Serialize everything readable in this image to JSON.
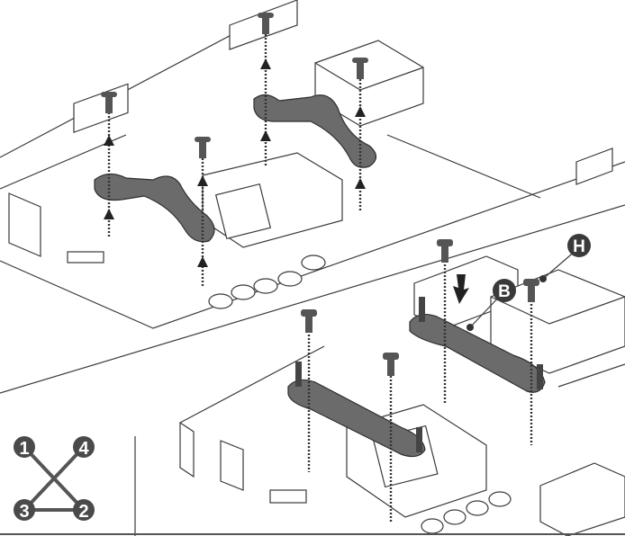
{
  "callouts": {
    "bracket_label": "B",
    "heatsink_label": "H"
  },
  "screw_order": {
    "labels": [
      "1",
      "2",
      "3",
      "4"
    ]
  },
  "colors": {
    "bracket": "#6b6b6b",
    "callout": "#3a3a3a",
    "line": "#3a3a3a"
  }
}
